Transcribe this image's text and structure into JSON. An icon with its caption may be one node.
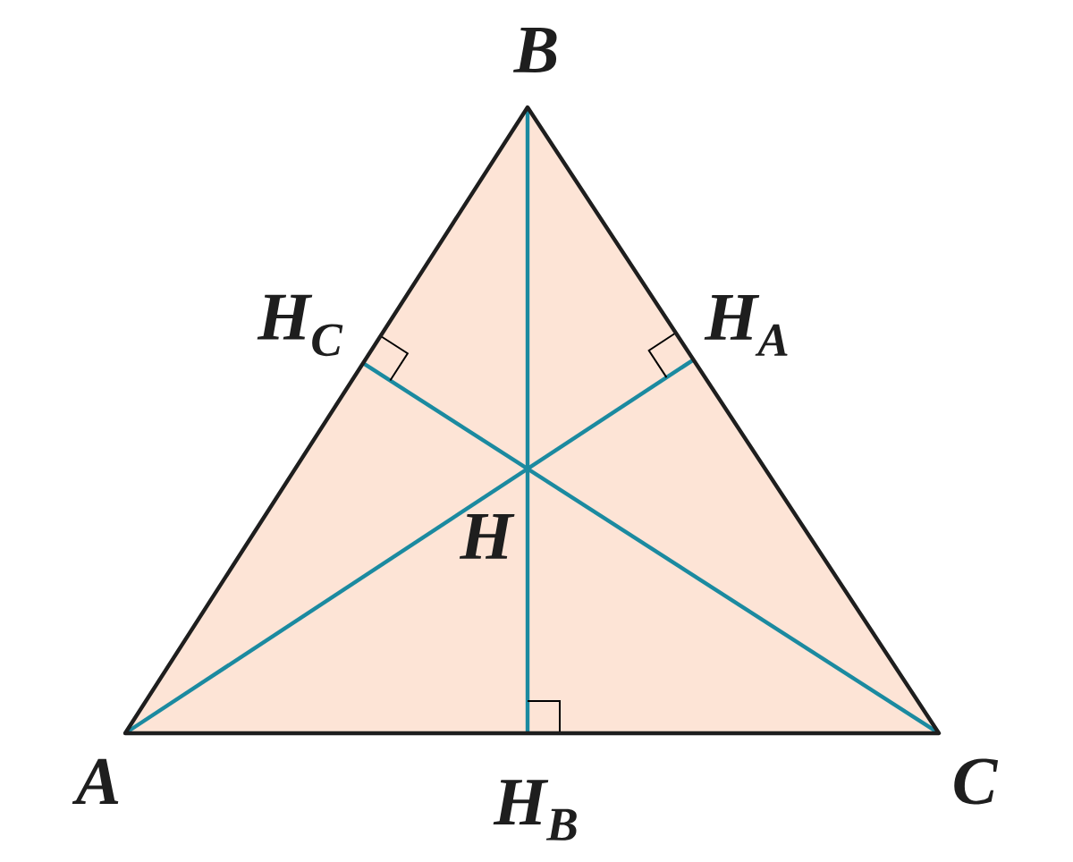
{
  "diagram": {
    "labels": [
      "B",
      "H$_{C}$",
      "H$_{A}$",
      "H",
      "A",
      "H$_{B}$",
      "C"
    ]
  }
}
